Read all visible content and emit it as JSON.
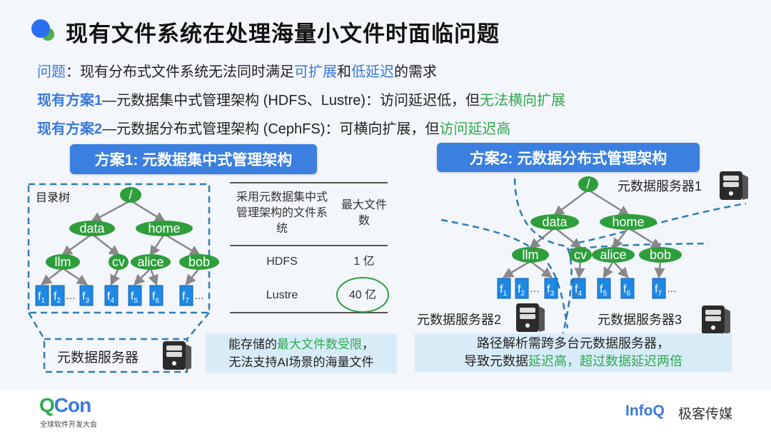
{
  "title": "现有文件系统在处理海量小文件时面临问题",
  "lines": {
    "problem": {
      "label": "问题",
      "sep": "：现有分布式文件系统无法同时满足",
      "h1": "可扩展",
      "mid": "和",
      "h2": "低延迟",
      "end": "的需求"
    },
    "scheme1": {
      "label": "现有方案1",
      "text": "—元数据集中式管理架构 (HDFS、Lustre)：访问延迟低，但",
      "highlight": "无法横向扩展"
    },
    "scheme2": {
      "label": "现有方案2",
      "text": "—元数据分布式管理架构 (CephFS)：可横向扩展，但",
      "highlight": "访问延迟高"
    }
  },
  "scheme1": {
    "header": "方案1: 元数据集中式管理架构",
    "tree_label": "目录树",
    "server_label": "元数据服务器",
    "table": {
      "headers": [
        "采用元数据集中式管理架构的文件系统",
        "最大文件数"
      ],
      "rows": [
        [
          "HDFS",
          "1 亿"
        ],
        [
          "Lustre",
          "40 亿"
        ]
      ]
    },
    "callout": {
      "prefix": "能存储的",
      "highlight": "最大文件数受限",
      "suffix": "，",
      "line2": "无法支持AI场景的海量文件"
    }
  },
  "scheme2": {
    "header": "方案2: 元数据分布式管理架构",
    "servers": [
      "元数据服务器1",
      "元数据服务器2",
      "元数据服务器3"
    ],
    "callout": {
      "line1": "路径解析需跨多台元数据服务器，",
      "prefix": "导致元数据",
      "highlight": "延迟高，超过数据延迟两倍"
    }
  },
  "tree": {
    "nodes": [
      "/",
      "data",
      "home",
      "llm",
      "cv",
      "alice",
      "bob"
    ],
    "files": [
      "f",
      "f",
      "f",
      "f",
      "f",
      "f",
      "f"
    ],
    "file_subscripts": [
      "1",
      "2",
      "3",
      "4",
      "5",
      "6",
      "7"
    ],
    "ellipsis": "…"
  },
  "footer": {
    "qcon": "QCon",
    "qcon_sub": "全球软件开发大会",
    "infoq": "InfoQ",
    "infoq_sub": "极客传媒"
  },
  "colors": {
    "blue": "#3b7fe0",
    "green": "#2e9e3c",
    "file": "#1e88e5",
    "callout": "#d8ecf8"
  }
}
